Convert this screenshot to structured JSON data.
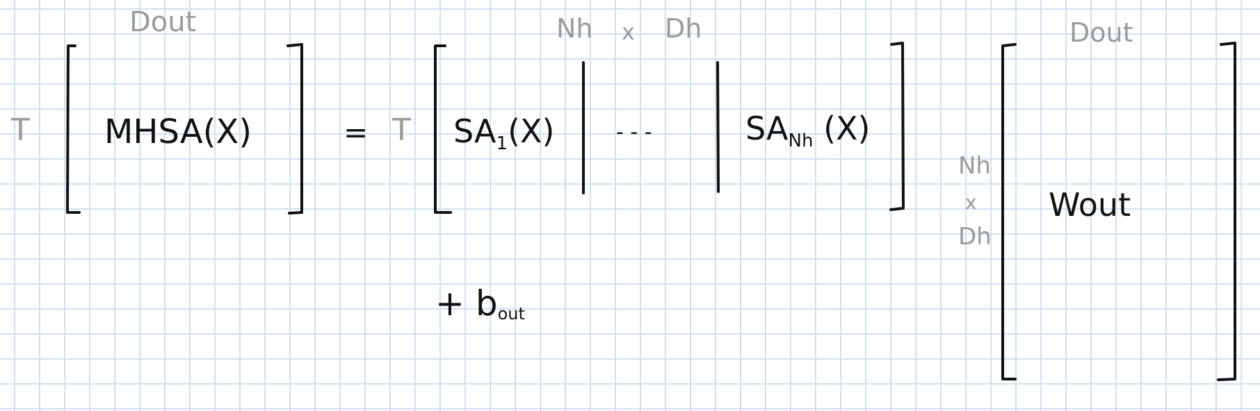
{
  "lhs": {
    "row_label": "T",
    "col_label": "Dout",
    "content": "MHSA(X)"
  },
  "equals": "=",
  "rhs": {
    "row_label": "T",
    "col_label_n": "Nh",
    "col_label_x": "x",
    "col_label_d": "Dh",
    "block1_main": "SA",
    "block1_sub": "1",
    "block1_arg": "(X)",
    "ellipsis": "- - -",
    "blockn_main": "SA",
    "blockn_sub": "Nh",
    "blockn_arg": "(X)"
  },
  "bias": {
    "plus": "+",
    "main": "b",
    "sub": "out"
  },
  "weight": {
    "col_label": "Dout",
    "row_label_n": "Nh",
    "row_label_x": "x",
    "row_label_d": "Dh",
    "content": "Wout"
  }
}
